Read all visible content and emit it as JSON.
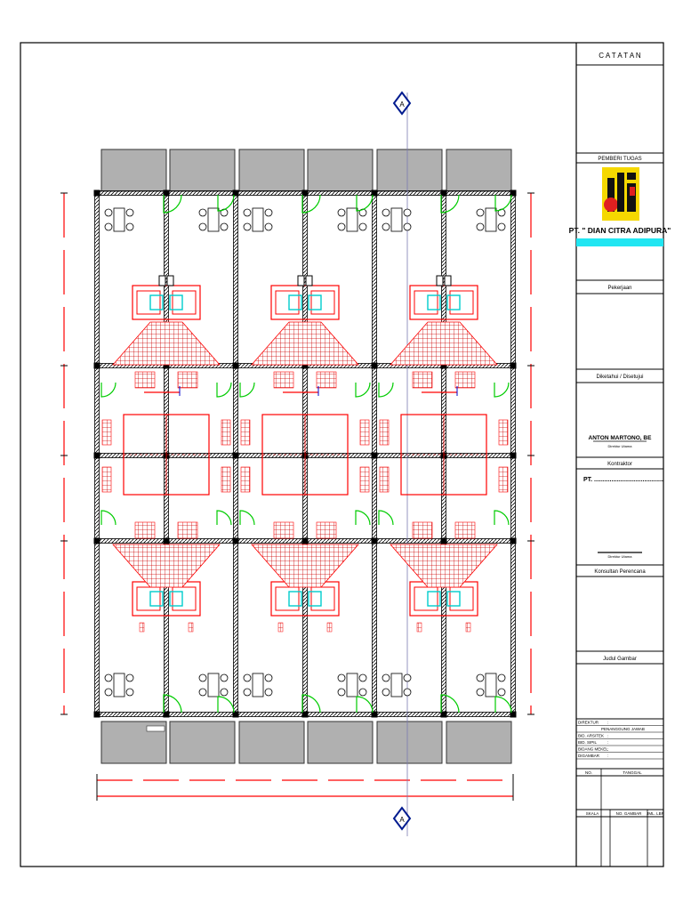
{
  "drawing": {
    "section_marker": "A",
    "wall_color": "#000000",
    "furniture_color": "#ff0000",
    "door_color": "#00cc00",
    "fixture_color": "#00cccc",
    "axis_color": "#0000cc",
    "carport_fill": "#b0b0b0"
  },
  "title_block": {
    "catatan": "C A T A T A N",
    "pemberi_tugas": "PEMBERI TUGAS",
    "company": "PT. \" DIAN CITRA ADIPURA\"",
    "logo_colors": {
      "background": "#f5d800",
      "mark": "#111111",
      "accent": "#e02020",
      "band": "#21e6f2"
    },
    "pekerjaan": "Pekerjaan",
    "diketahui": "Diketahui / Disetujui",
    "signatory_name": "ANTON MARTONO, BE",
    "signatory_title": "Direktur Utama",
    "kontraktor": "Kontraktor",
    "kontraktor_pt": "PT. ........................................",
    "direktur_utama_2": "Direktur Utama",
    "konsultan": "Konsultan Perencana",
    "judul_gambar": "Judul Gambar",
    "rows": [
      {
        "label": "DIREKTUR",
        "sep": ":"
      },
      {
        "label": "PENANGGUNG JAWAB",
        "sep": ""
      },
      {
        "label": "BID. ARSITEK",
        "sep": ":"
      },
      {
        "label": "BID. SIPIL",
        "sep": ":"
      },
      {
        "label": "BIDANG MEKEL",
        "sep": ":"
      },
      {
        "label": "DIGAMBAR",
        "sep": ":"
      }
    ],
    "no": "NO.",
    "tanggal": "TANGGAL",
    "skala": "SKALA",
    "no_gambar": "NO. GAMBAR",
    "jml_lbr": "JML. LBR"
  }
}
